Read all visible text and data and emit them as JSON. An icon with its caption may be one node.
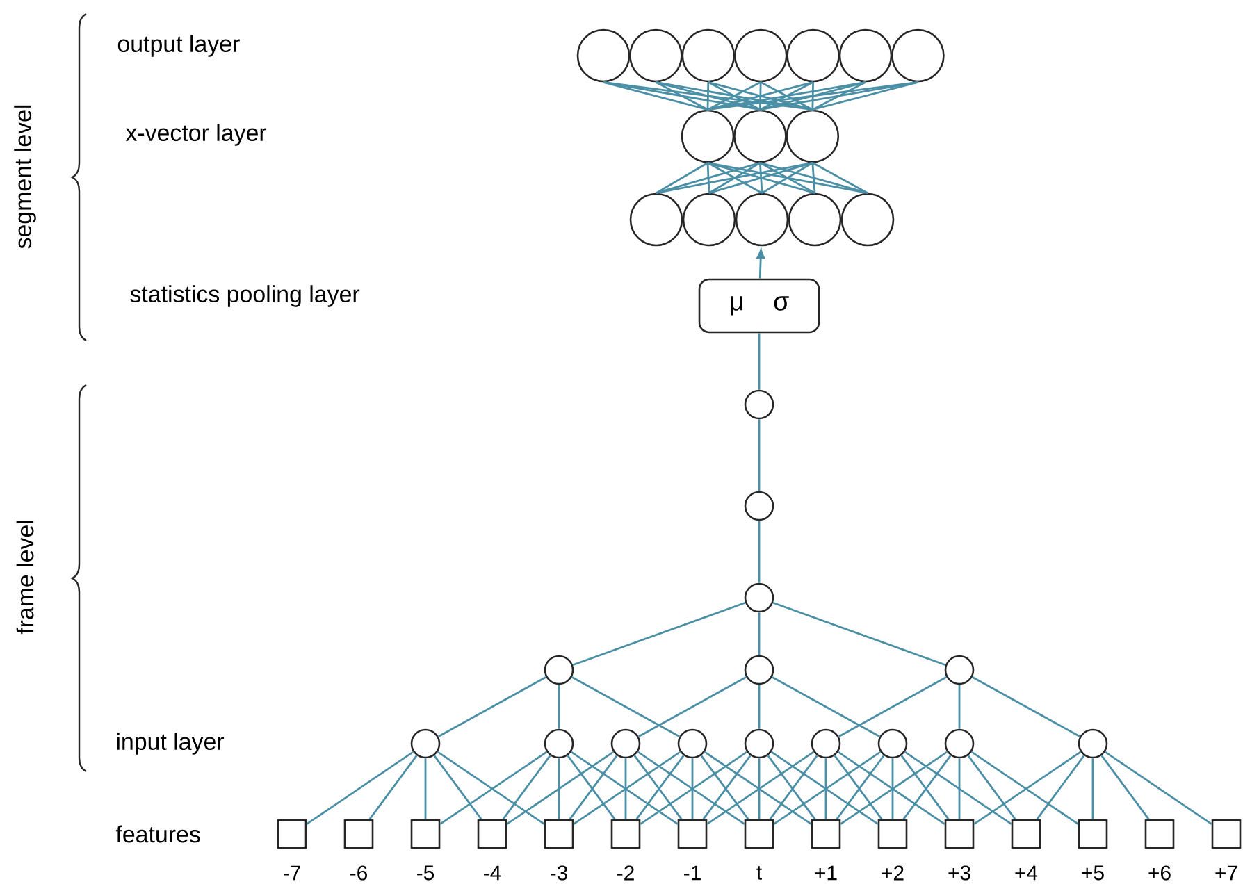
{
  "diagram": {
    "nodes": [
      {
        "text": [],
        "shape": "circle"
      },
      {
        "text": [],
        "shape": "circle"
      },
      {
        "text": [],
        "shape": "circle"
      },
      {
        "text": [],
        "shape": "circle"
      },
      {
        "text": [],
        "shape": "circle"
      },
      {
        "text": [],
        "shape": "circle"
      },
      {
        "text": [],
        "shape": "circle"
      },
      {
        "text": [],
        "shape": "circle"
      },
      {
        "text": [],
        "shape": "circle"
      },
      {
        "text": [],
        "shape": "circle"
      },
      {
        "text": [],
        "shape": "circle"
      },
      {
        "text": [],
        "shape": "circle"
      },
      {
        "text": [],
        "shape": "circle"
      },
      {
        "text": [],
        "shape": "circle"
      },
      {
        "text": [],
        "shape": "circle"
      },
      {
        "text": [
          "μ",
          "σ"
        ]
      },
      {
        "text": [],
        "shape": "circle"
      },
      {
        "text": [],
        "shape": "circle"
      },
      {
        "text": [],
        "shape": "circle"
      },
      {
        "text": [],
        "shape": "circle"
      },
      {
        "text": [],
        "shape": "circle"
      },
      {
        "text": [],
        "shape": "circle"
      },
      {
        "text": [],
        "shape": "circle"
      },
      {
        "text": [],
        "shape": "circle"
      },
      {
        "text": [],
        "shape": "circle"
      },
      {
        "text": [],
        "shape": "circle"
      },
      {
        "text": [],
        "shape": "circle"
      },
      {
        "text": [],
        "shape": "circle"
      },
      {
        "text": [],
        "shape": "circle"
      },
      {
        "text": [],
        "shape": "circle"
      },
      {
        "text": [],
        "shape": "circle"
      },
      {
        "text": [],
        "shape": "box",
        "beside": [
          "-7"
        ]
      },
      {
        "text": [],
        "shape": "box",
        "beside": [
          "-6"
        ]
      },
      {
        "text": [],
        "shape": "box",
        "beside": [
          "-5"
        ]
      },
      {
        "text": [],
        "shape": "box",
        "beside": [
          "-4"
        ]
      },
      {
        "text": [],
        "shape": "box",
        "beside": [
          "-3"
        ]
      },
      {
        "text": [],
        "shape": "box",
        "beside": [
          "-2"
        ]
      },
      {
        "text": [],
        "shape": "box",
        "beside": [
          "-1"
        ]
      },
      {
        "text": [],
        "shape": "box",
        "beside": [
          "t"
        ]
      },
      {
        "text": [],
        "shape": "box",
        "beside": [
          "+1"
        ]
      },
      {
        "text": [],
        "shape": "box",
        "beside": [
          "+2"
        ]
      },
      {
        "text": [],
        "shape": "box",
        "beside": [
          "+3"
        ]
      },
      {
        "text": [],
        "shape": "box",
        "beside": [
          "+4"
        ]
      },
      {
        "text": [],
        "shape": "box",
        "beside": [
          "+5"
        ]
      },
      {
        "text": [],
        "shape": "box",
        "beside": [
          "+6"
        ]
      },
      {
        "text": [],
        "shape": "box",
        "beside": [
          "+7"
        ]
      }
    ],
    "edges": [
      {
        "from": 31,
        "to": 22,
        "arrow": "none"
      },
      {
        "from": 32,
        "to": 22,
        "arrow": "none"
      },
      {
        "from": 33,
        "to": 22,
        "arrow": "none"
      },
      {
        "from": 34,
        "to": 22,
        "arrow": "none"
      },
      {
        "from": 35,
        "to": 22,
        "arrow": "none"
      },
      {
        "from": 33,
        "to": 23,
        "arrow": "none"
      },
      {
        "from": 34,
        "to": 23,
        "arrow": "none"
      },
      {
        "from": 35,
        "to": 23,
        "arrow": "none"
      },
      {
        "from": 36,
        "to": 23,
        "arrow": "none"
      },
      {
        "from": 37,
        "to": 23,
        "arrow": "none"
      },
      {
        "from": 34,
        "to": 24,
        "arrow": "none"
      },
      {
        "from": 35,
        "to": 24,
        "arrow": "none"
      },
      {
        "from": 36,
        "to": 24,
        "arrow": "none"
      },
      {
        "from": 37,
        "to": 24,
        "arrow": "none"
      },
      {
        "from": 38,
        "to": 24,
        "arrow": "none"
      },
      {
        "from": 35,
        "to": 25,
        "arrow": "none"
      },
      {
        "from": 36,
        "to": 25,
        "arrow": "none"
      },
      {
        "from": 37,
        "to": 25,
        "arrow": "none"
      },
      {
        "from": 38,
        "to": 25,
        "arrow": "none"
      },
      {
        "from": 39,
        "to": 25,
        "arrow": "none"
      },
      {
        "from": 36,
        "to": 26,
        "arrow": "none"
      },
      {
        "from": 37,
        "to": 26,
        "arrow": "none"
      },
      {
        "from": 38,
        "to": 26,
        "arrow": "none"
      },
      {
        "from": 39,
        "to": 26,
        "arrow": "none"
      },
      {
        "from": 40,
        "to": 26,
        "arrow": "none"
      },
      {
        "from": 37,
        "to": 27,
        "arrow": "none"
      },
      {
        "from": 38,
        "to": 27,
        "arrow": "none"
      },
      {
        "from": 39,
        "to": 27,
        "arrow": "none"
      },
      {
        "from": 40,
        "to": 27,
        "arrow": "none"
      },
      {
        "from": 41,
        "to": 27,
        "arrow": "none"
      },
      {
        "from": 38,
        "to": 28,
        "arrow": "none"
      },
      {
        "from": 39,
        "to": 28,
        "arrow": "none"
      },
      {
        "from": 40,
        "to": 28,
        "arrow": "none"
      },
      {
        "from": 41,
        "to": 28,
        "arrow": "none"
      },
      {
        "from": 42,
        "to": 28,
        "arrow": "none"
      },
      {
        "from": 39,
        "to": 29,
        "arrow": "none"
      },
      {
        "from": 40,
        "to": 29,
        "arrow": "none"
      },
      {
        "from": 41,
        "to": 29,
        "arrow": "none"
      },
      {
        "from": 42,
        "to": 29,
        "arrow": "none"
      },
      {
        "from": 43,
        "to": 29,
        "arrow": "none"
      },
      {
        "from": 41,
        "to": 30,
        "arrow": "none"
      },
      {
        "from": 42,
        "to": 30,
        "arrow": "none"
      },
      {
        "from": 43,
        "to": 30,
        "arrow": "none"
      },
      {
        "from": 44,
        "to": 30,
        "arrow": "none"
      },
      {
        "from": 45,
        "to": 30,
        "arrow": "none"
      },
      {
        "from": 22,
        "to": 19,
        "arrow": "none"
      },
      {
        "from": 23,
        "to": 19,
        "arrow": "none"
      },
      {
        "from": 25,
        "to": 19,
        "arrow": "none"
      },
      {
        "from": 24,
        "to": 20,
        "arrow": "none"
      },
      {
        "from": 26,
        "to": 20,
        "arrow": "none"
      },
      {
        "from": 28,
        "to": 20,
        "arrow": "none"
      },
      {
        "from": 27,
        "to": 21,
        "arrow": "none"
      },
      {
        "from": 29,
        "to": 21,
        "arrow": "none"
      },
      {
        "from": 30,
        "to": 21,
        "arrow": "none"
      },
      {
        "from": 19,
        "to": 18,
        "arrow": "none"
      },
      {
        "from": 20,
        "to": 18,
        "arrow": "none"
      },
      {
        "from": 21,
        "to": 18,
        "arrow": "none"
      },
      {
        "from": 18,
        "to": 17,
        "arrow": "none"
      },
      {
        "from": 17,
        "to": 16,
        "arrow": "none"
      },
      {
        "from": 16,
        "to": 15,
        "arrow": "none"
      },
      {
        "from": 15,
        "to": 12,
        "arrow": "to"
      },
      {
        "from": 10,
        "to": 7,
        "arrow": "none"
      },
      {
        "from": 10,
        "to": 8,
        "arrow": "none"
      },
      {
        "from": 10,
        "to": 9,
        "arrow": "none"
      },
      {
        "from": 11,
        "to": 7,
        "arrow": "none"
      },
      {
        "from": 11,
        "to": 8,
        "arrow": "none"
      },
      {
        "from": 11,
        "to": 9,
        "arrow": "none"
      },
      {
        "from": 12,
        "to": 7,
        "arrow": "none"
      },
      {
        "from": 12,
        "to": 8,
        "arrow": "none"
      },
      {
        "from": 12,
        "to": 9,
        "arrow": "none"
      },
      {
        "from": 13,
        "to": 7,
        "arrow": "none"
      },
      {
        "from": 13,
        "to": 8,
        "arrow": "none"
      },
      {
        "from": 13,
        "to": 9,
        "arrow": "none"
      },
      {
        "from": 14,
        "to": 7,
        "arrow": "none"
      },
      {
        "from": 14,
        "to": 8,
        "arrow": "none"
      },
      {
        "from": 14,
        "to": 9,
        "arrow": "none"
      },
      {
        "from": 7,
        "to": 0,
        "arrow": "none"
      },
      {
        "from": 7,
        "to": 1,
        "arrow": "none"
      },
      {
        "from": 7,
        "to": 2,
        "arrow": "none"
      },
      {
        "from": 7,
        "to": 3,
        "arrow": "none"
      },
      {
        "from": 7,
        "to": 4,
        "arrow": "none"
      },
      {
        "from": 7,
        "to": 5,
        "arrow": "none"
      },
      {
        "from": 7,
        "to": 6,
        "arrow": "none"
      },
      {
        "from": 8,
        "to": 0,
        "arrow": "none"
      },
      {
        "from": 8,
        "to": 1,
        "arrow": "none"
      },
      {
        "from": 8,
        "to": 2,
        "arrow": "none"
      },
      {
        "from": 8,
        "to": 3,
        "arrow": "none"
      },
      {
        "from": 8,
        "to": 4,
        "arrow": "none"
      },
      {
        "from": 8,
        "to": 5,
        "arrow": "none"
      },
      {
        "from": 8,
        "to": 6,
        "arrow": "none"
      },
      {
        "from": 9,
        "to": 0,
        "arrow": "none"
      },
      {
        "from": 9,
        "to": 1,
        "arrow": "none"
      },
      {
        "from": 9,
        "to": 2,
        "arrow": "none"
      },
      {
        "from": 9,
        "to": 3,
        "arrow": "none"
      },
      {
        "from": 9,
        "to": 4,
        "arrow": "none"
      },
      {
        "from": 9,
        "to": 5,
        "arrow": "none"
      },
      {
        "from": 9,
        "to": 6,
        "arrow": "none"
      }
    ],
    "labels": [
      "segment level",
      "output layer",
      "x-vector layer",
      "statistics pooling layer",
      "frame level",
      "input layer",
      "features"
    ]
  }
}
